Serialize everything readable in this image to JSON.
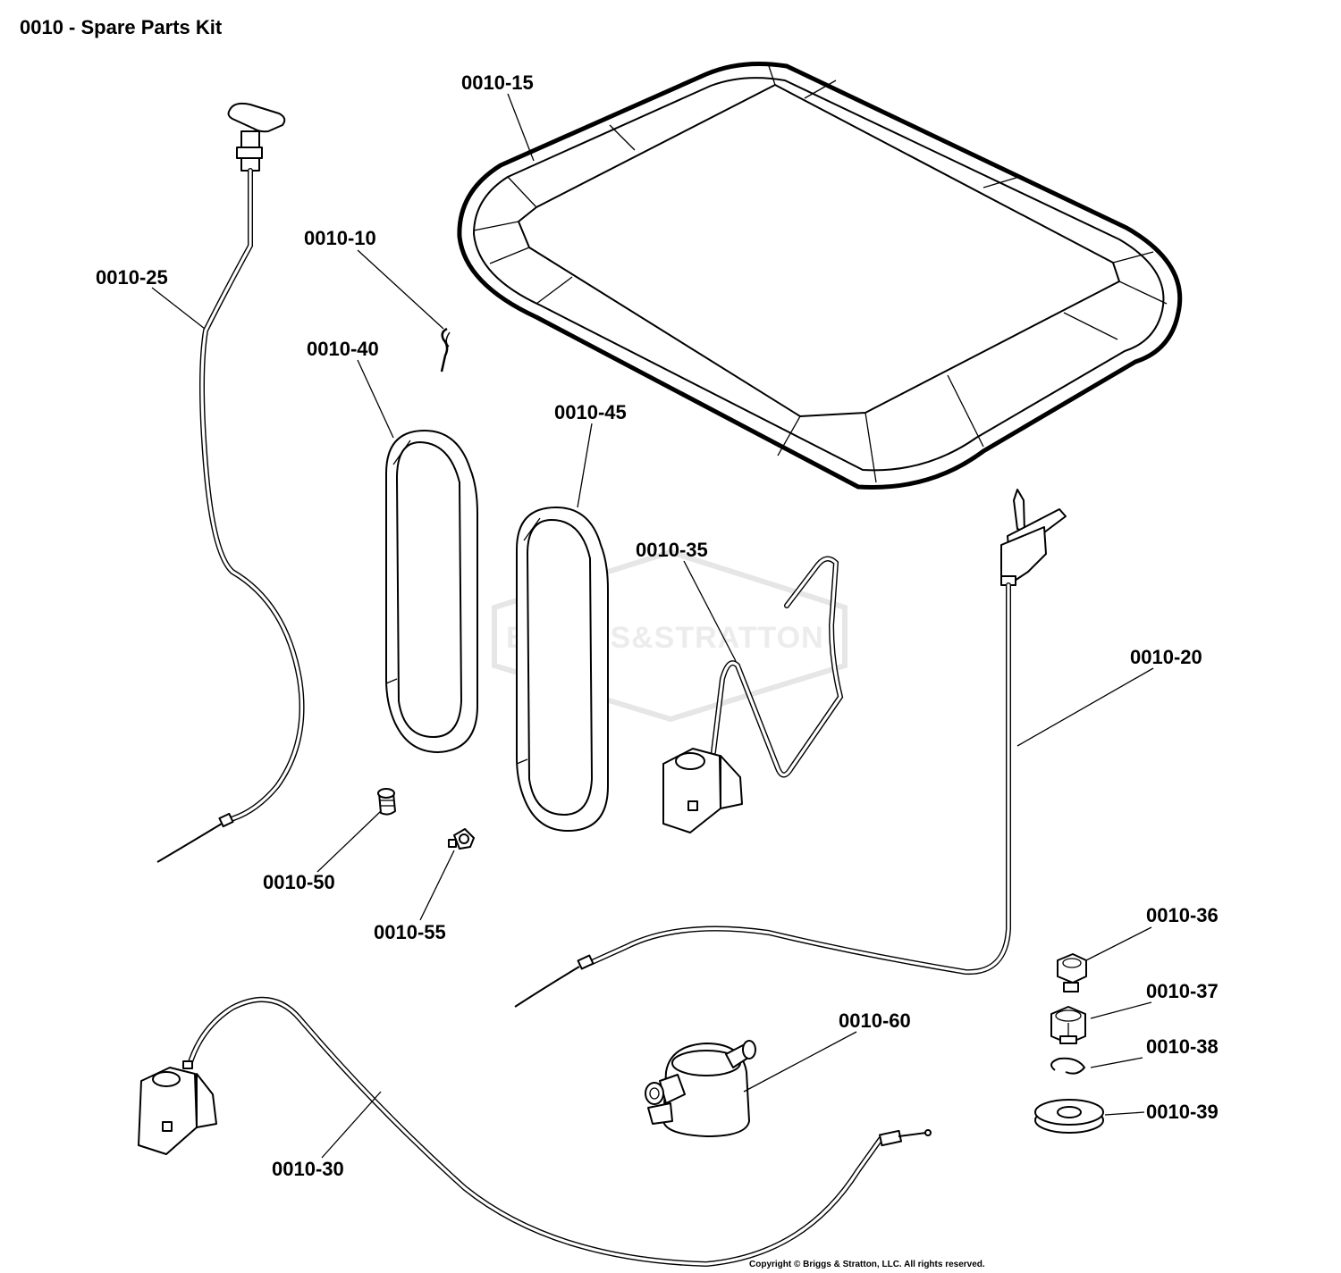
{
  "title": "0010 - Spare Parts Kit",
  "copyright": "Copyright © Briggs & Stratton, LLC. All rights reserved.",
  "watermark": "BRIGGS&STRATTON",
  "callouts": [
    {
      "id": "10",
      "label": "0010-10"
    },
    {
      "id": "15",
      "label": "0010-15"
    },
    {
      "id": "20",
      "label": "0010-20"
    },
    {
      "id": "25",
      "label": "0010-25"
    },
    {
      "id": "30",
      "label": "0010-30"
    },
    {
      "id": "35",
      "label": "0010-35"
    },
    {
      "id": "36",
      "label": "0010-36"
    },
    {
      "id": "37",
      "label": "0010-37"
    },
    {
      "id": "38",
      "label": "0010-38"
    },
    {
      "id": "39",
      "label": "0010-39"
    },
    {
      "id": "40",
      "label": "0010-40"
    },
    {
      "id": "45",
      "label": "0010-45"
    },
    {
      "id": "50",
      "label": "0010-50"
    },
    {
      "id": "55",
      "label": "0010-55"
    },
    {
      "id": "60",
      "label": "0010-60"
    }
  ]
}
